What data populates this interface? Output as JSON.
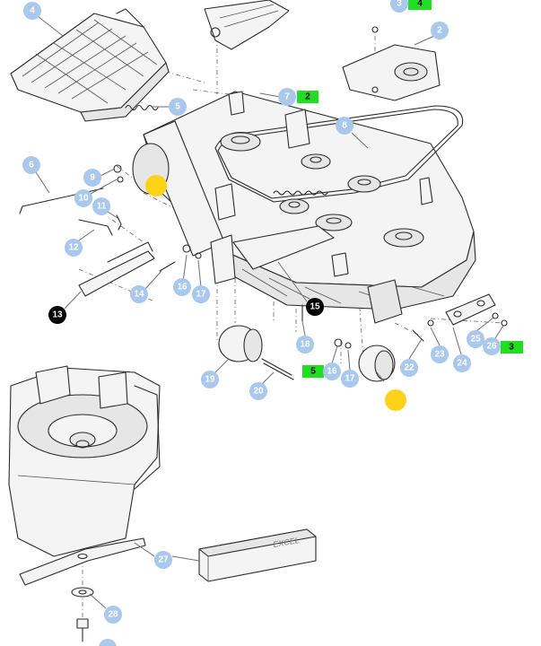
{
  "callouts": [
    {
      "label": "4",
      "style": "blue"
    },
    {
      "label": "3",
      "style": "blue"
    },
    {
      "label": "2",
      "style": "blue"
    },
    {
      "label": "7",
      "style": "blue"
    },
    {
      "label": "5",
      "style": "blue"
    },
    {
      "label": "8",
      "style": "blue"
    },
    {
      "label": "6",
      "style": "blue"
    },
    {
      "label": "9",
      "style": "blue"
    },
    {
      "label": "10",
      "style": "blue"
    },
    {
      "label": "11",
      "style": "blue"
    },
    {
      "label": "12",
      "style": "blue"
    },
    {
      "label": "13",
      "style": "black"
    },
    {
      "label": "14",
      "style": "blue"
    },
    {
      "label": "16",
      "style": "blue"
    },
    {
      "label": "17",
      "style": "blue"
    },
    {
      "label": "15",
      "style": "black"
    },
    {
      "label": "18",
      "style": "blue"
    },
    {
      "label": "19",
      "style": "blue"
    },
    {
      "label": "20",
      "style": "blue"
    },
    {
      "label": "16",
      "style": "blue"
    },
    {
      "label": "17",
      "style": "blue"
    },
    {
      "label": "22",
      "style": "blue"
    },
    {
      "label": "23",
      "style": "blue"
    },
    {
      "label": "24",
      "style": "blue"
    },
    {
      "label": "25",
      "style": "blue"
    },
    {
      "label": "26",
      "style": "blue"
    },
    {
      "label": "27",
      "style": "blue"
    },
    {
      "label": "28",
      "style": "blue"
    },
    {
      "label": "",
      "style": "blue"
    }
  ],
  "tags": [
    {
      "label": "4"
    },
    {
      "label": "2"
    },
    {
      "label": "5"
    },
    {
      "label": "3"
    }
  ],
  "markers": [
    {
      "color": "#ffd21a"
    },
    {
      "color": "#ffd21a"
    }
  ],
  "brand_text": "EXCEL",
  "colors": {
    "callout": "#a9c8ec",
    "tag": "#22dd22",
    "marker": "#ffd21a",
    "black_callout": "#000000"
  }
}
